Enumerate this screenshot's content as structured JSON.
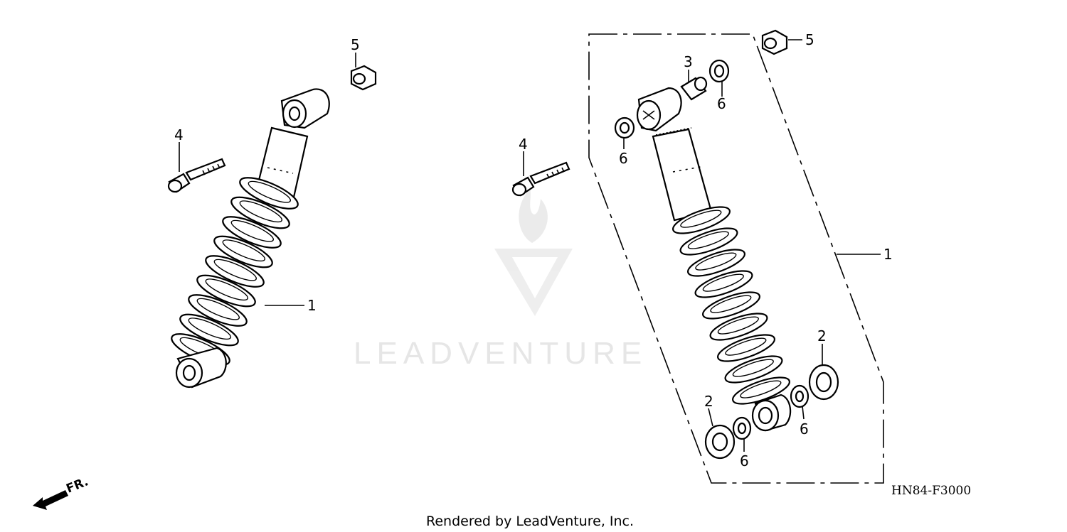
{
  "diagram": {
    "code": "HN84-F3000",
    "credit": "Rendered by LeadVenture, Inc.",
    "watermark": "LEADVENTURE",
    "direction_label": "FR."
  },
  "callouts": {
    "left_shock": "1",
    "left_bolt": "4",
    "left_nut": "5",
    "right_assembly": "1",
    "right_bolt": "4",
    "right_nut": "5",
    "collar": "3",
    "seal_top_left": "6",
    "seal_top_right": "6",
    "seal_bottom_left": "6",
    "seal_bottom_right": "6",
    "bush_left": "2",
    "bush_right": "2"
  },
  "colors": {
    "ink": "#000000",
    "watermark": "#e6e6e6"
  }
}
